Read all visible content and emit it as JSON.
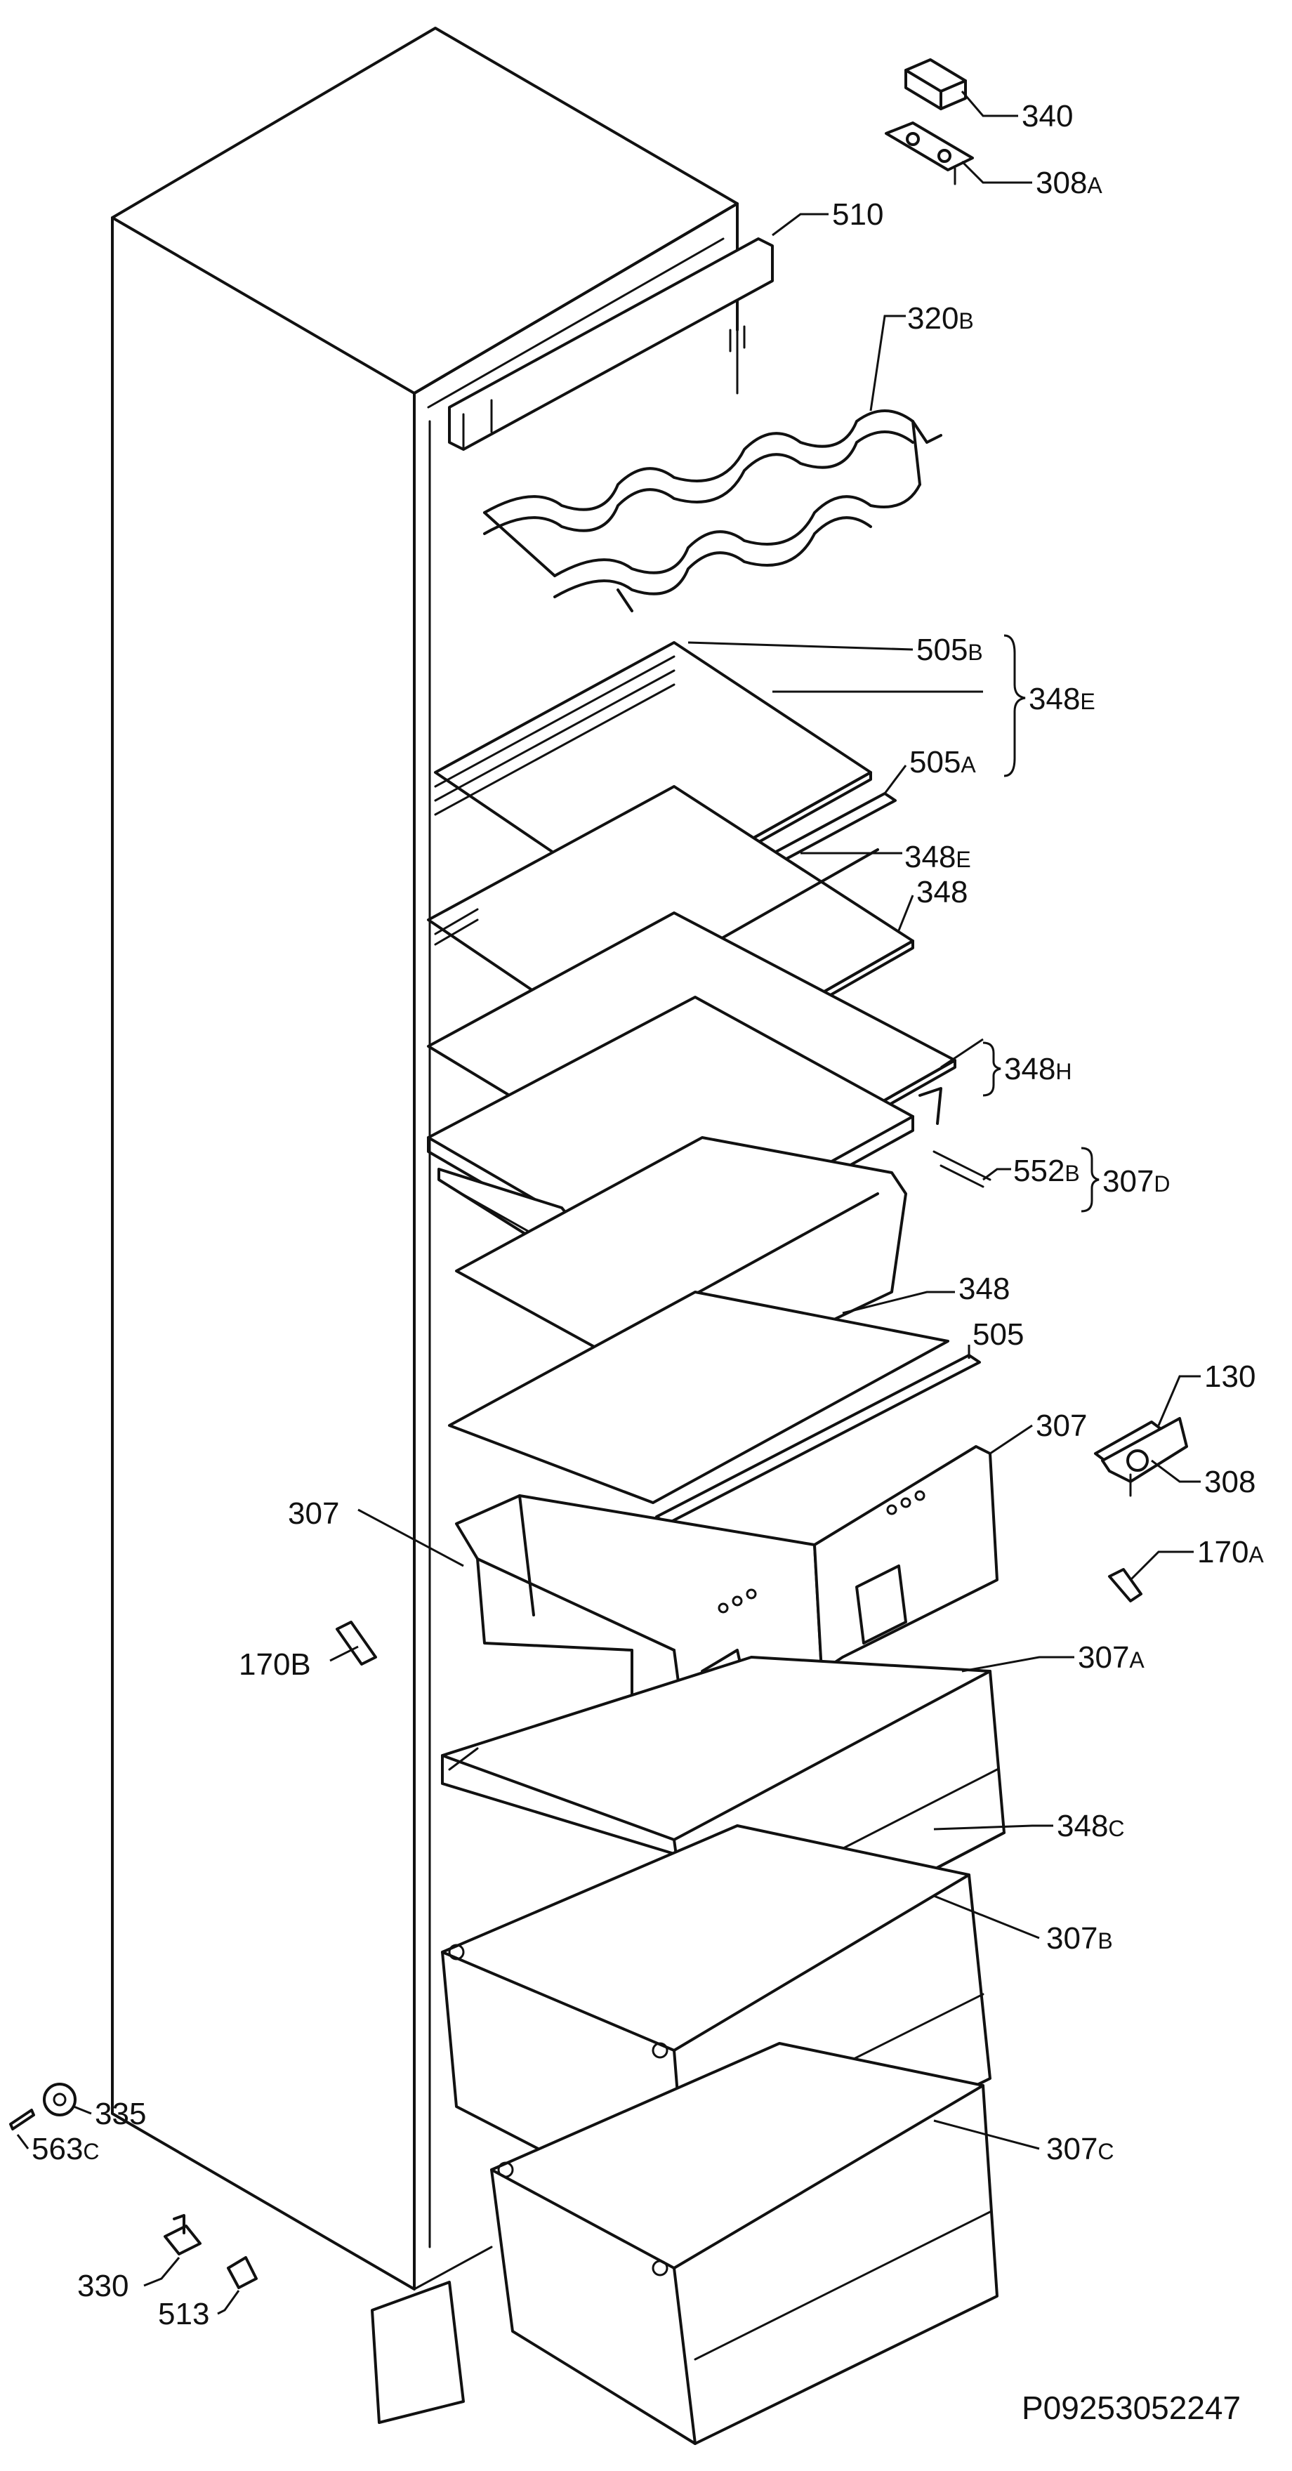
{
  "document_number": "P09253052247",
  "labels": [
    {
      "id": "340",
      "main": "340",
      "suffix": ""
    },
    {
      "id": "308A",
      "main": "308",
      "suffix": "A"
    },
    {
      "id": "510",
      "main": "510",
      "suffix": ""
    },
    {
      "id": "320B",
      "main": "320",
      "suffix": "B"
    },
    {
      "id": "505B",
      "main": "505",
      "suffix": "B"
    },
    {
      "id": "348E_top",
      "main": "348",
      "suffix": "E"
    },
    {
      "id": "505A",
      "main": "505",
      "suffix": "A"
    },
    {
      "id": "348E",
      "main": "348",
      "suffix": "E"
    },
    {
      "id": "348_a",
      "main": "348",
      "suffix": ""
    },
    {
      "id": "348H",
      "main": "348",
      "suffix": "H"
    },
    {
      "id": "552B",
      "main": "552",
      "suffix": "B"
    },
    {
      "id": "307D",
      "main": "307",
      "suffix": "D"
    },
    {
      "id": "348_b",
      "main": "348",
      "suffix": ""
    },
    {
      "id": "505",
      "main": "505",
      "suffix": ""
    },
    {
      "id": "130",
      "main": "130",
      "suffix": ""
    },
    {
      "id": "307_right",
      "main": "307",
      "suffix": ""
    },
    {
      "id": "308",
      "main": "308",
      "suffix": ""
    },
    {
      "id": "307_left",
      "main": "307",
      "suffix": ""
    },
    {
      "id": "170A",
      "main": "170",
      "suffix": "A"
    },
    {
      "id": "170B",
      "main": "170B",
      "suffix": ""
    },
    {
      "id": "307A",
      "main": "307",
      "suffix": "A"
    },
    {
      "id": "348C",
      "main": "348",
      "suffix": "C"
    },
    {
      "id": "307B",
      "main": "307",
      "suffix": "B"
    },
    {
      "id": "307C",
      "main": "307",
      "suffix": "C"
    },
    {
      "id": "335",
      "main": "335",
      "suffix": ""
    },
    {
      "id": "563C",
      "main": "563",
      "suffix": "C"
    },
    {
      "id": "330",
      "main": "330",
      "suffix": ""
    },
    {
      "id": "513",
      "main": "513",
      "suffix": ""
    }
  ]
}
